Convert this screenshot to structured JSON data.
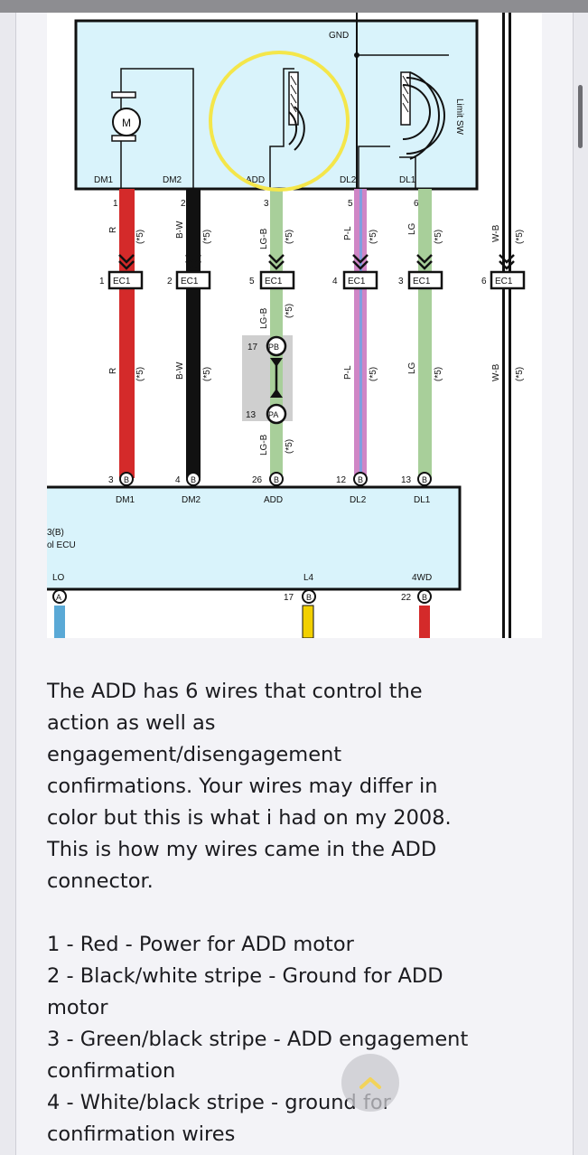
{
  "diagram": {
    "top_labels": {
      "gnd": "GND",
      "limit_sw": "Limit SW",
      "motor": "M"
    },
    "top_pins": [
      {
        "label": "DM1",
        "num": "1"
      },
      {
        "label": "DM2",
        "num": "2"
      },
      {
        "label": "ADD",
        "num": "3"
      },
      {
        "label": "DL2",
        "num": "5"
      },
      {
        "label": "DL1",
        "num": "6"
      }
    ],
    "wire_codes": [
      "R",
      "B-W",
      "LG-B",
      "P-L",
      "LG",
      "W-B"
    ],
    "note": "(*5)",
    "ec1": {
      "label": "EC1",
      "nums": [
        "1",
        "2",
        "5",
        "4",
        "3",
        "6"
      ]
    },
    "junction": {
      "pb_num": "17",
      "pb": "PB",
      "pa_num": "13",
      "pa": "PA"
    },
    "ecu_pins": [
      {
        "num": "3",
        "conn": "B",
        "label": "DM1"
      },
      {
        "num": "4",
        "conn": "B",
        "label": "DM2"
      },
      {
        "num": "26",
        "conn": "B",
        "label": "ADD"
      },
      {
        "num": "12",
        "conn": "B",
        "label": "DL2"
      },
      {
        "num": "13",
        "conn": "B",
        "label": "DL1"
      }
    ],
    "ecu_name_1": "3(B)",
    "ecu_name_2": "ol ECU",
    "bottom": {
      "lo": "LO",
      "lo_conn": "A",
      "l4": "L4",
      "l4_num": "17",
      "l4_conn": "B",
      "fwd": "4WD",
      "fwd_num": "22",
      "fwd_conn": "B"
    },
    "colors": {
      "red": "#d42a2a",
      "black": "#111111",
      "green": "#a8cf9a",
      "pink": "#cf86c6",
      "blue": "#7f9fe0",
      "yellow": "#f2d000",
      "teal": "#5aa9d6",
      "box": "#d9f3fb",
      "highlight": "#f4e64a"
    }
  },
  "post": {
    "paragraph_lines": [
      "The ADD has 6 wires that control the",
      "action as well as",
      "engagement/disengagement",
      "confirmations. Your wires may differ in",
      "color but this is what i had on my 2008.",
      "This is how my wires came in the ADD",
      "connector."
    ],
    "list_lines": [
      "1 - Red - Power for ADD motor",
      "2 - Black/white stripe - Ground for ADD",
      "motor",
      "3 - Green/black stripe - ADD engagement",
      "confirmation",
      "4 - White/black stripe - ground for",
      "confirmation wires"
    ]
  }
}
